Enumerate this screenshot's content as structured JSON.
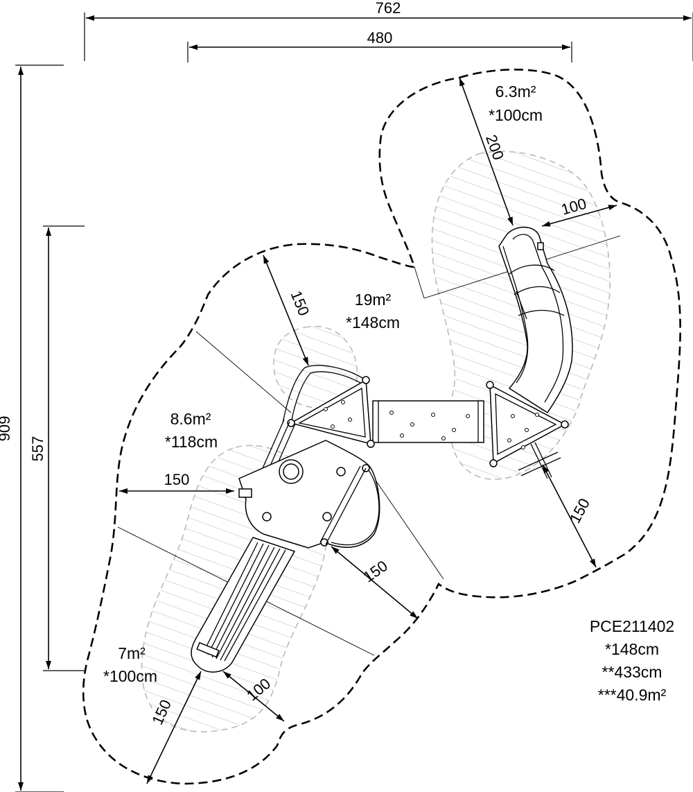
{
  "dimensions": {
    "overall_width": "762",
    "inner_width": "480",
    "overall_height": "909",
    "inner_height": "557",
    "top_slide_length": "200",
    "top_slide_side": "100",
    "upper_platform_zone": "150",
    "left_side_zone": "150",
    "right_deck_zone": "150",
    "lower_right_zone": "150",
    "bottom_slide_side": "100",
    "bottom_slide_end": "150"
  },
  "zones": {
    "top_slide": {
      "area": "6.3m²",
      "height": "*100cm"
    },
    "center": {
      "area": "19m²",
      "height": "*148cm"
    },
    "left": {
      "area": "8.6m²",
      "height": "*118cm"
    },
    "bottom_slide": {
      "area": "7m²",
      "height": "*100cm"
    }
  },
  "product": {
    "code": "PCE211402",
    "fall_height": "*148cm",
    "free_height": "**433cm",
    "total_area": "***40.9m²"
  },
  "colors": {
    "line": "#000000",
    "fall_zone_outline": "#b9b9b9",
    "hatch": "#c4c4c4",
    "background": "#ffffff"
  }
}
